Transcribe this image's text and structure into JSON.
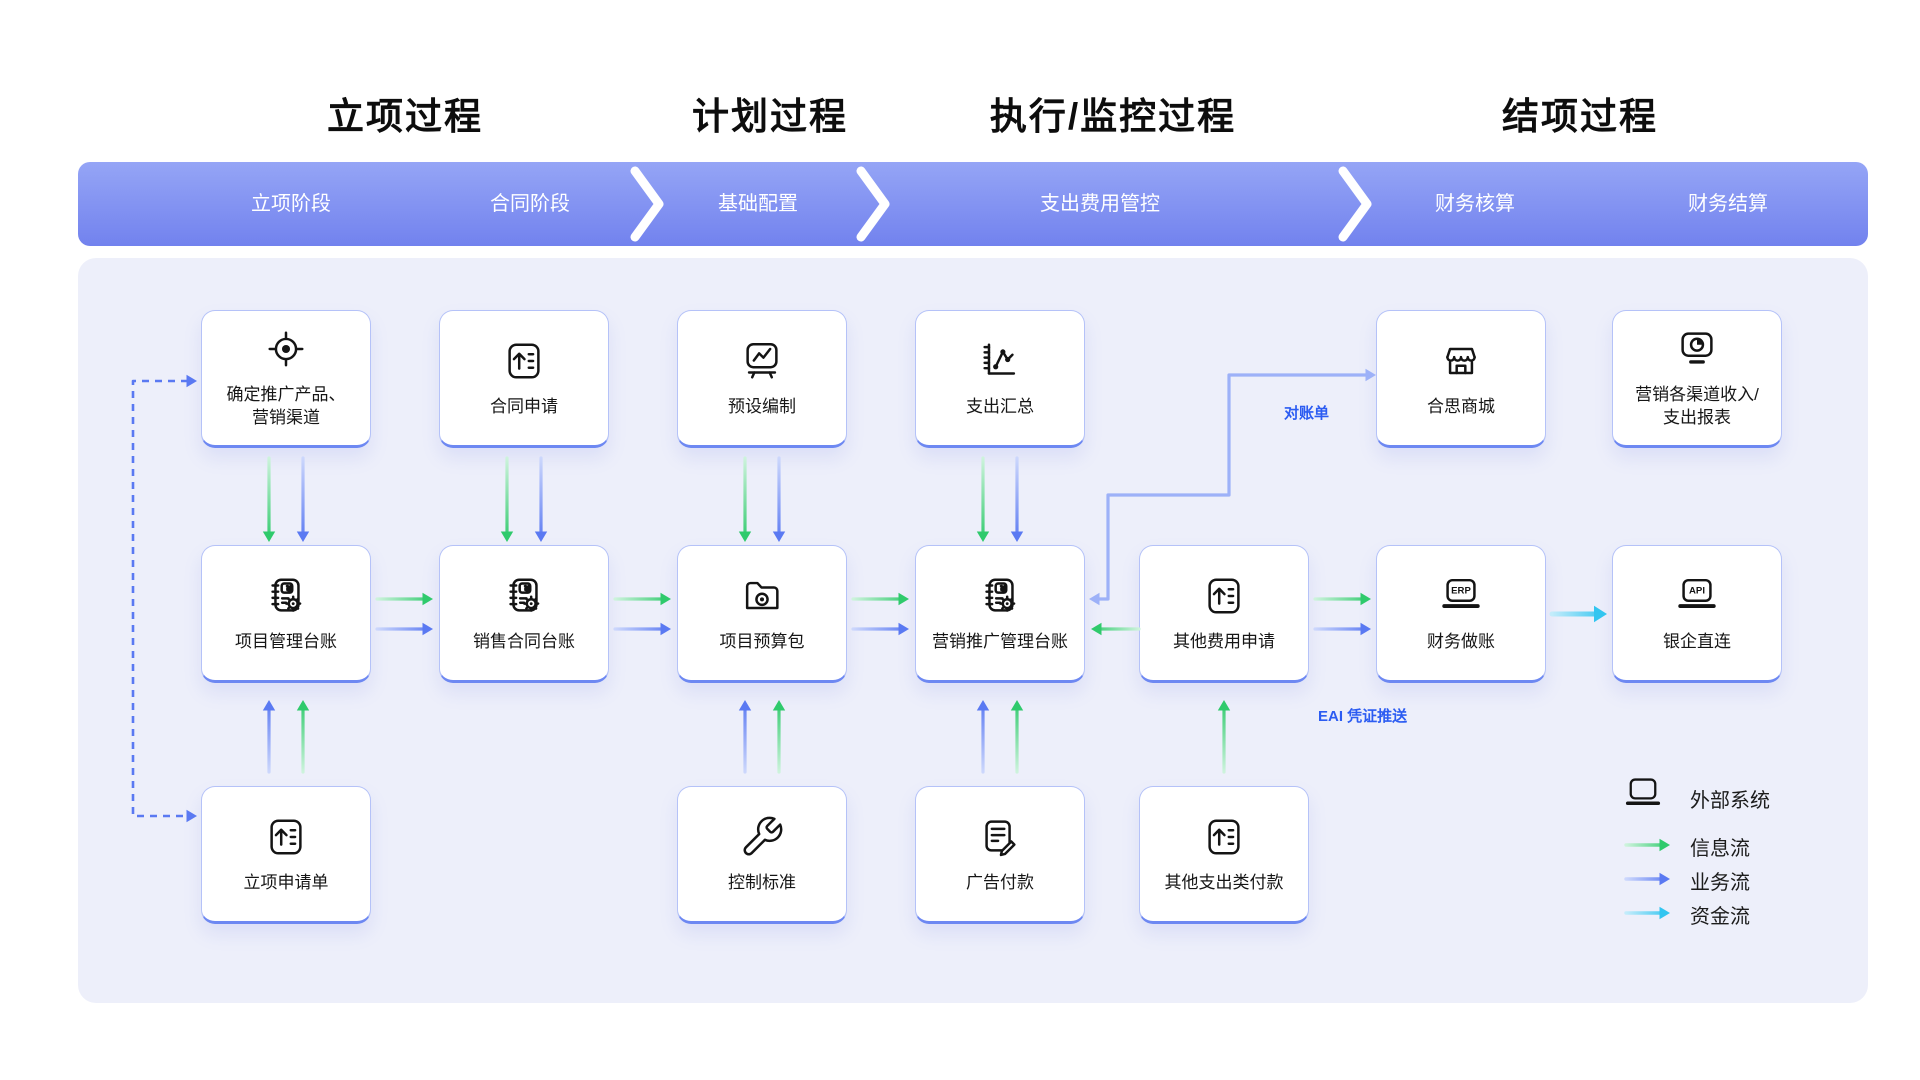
{
  "titles": [
    "立项过程",
    "计划过程",
    "执行/监控过程",
    "结项过程"
  ],
  "stages": [
    "立项阶段",
    "合同阶段",
    "基础配置",
    "支出费用管控",
    "财务核算",
    "财务结算"
  ],
  "nodes": {
    "targeting": "确定推广产品、\n营销渠道",
    "contract_apply": "合同申请",
    "budget_prep": "预设编制",
    "expense_summary": "支出汇总",
    "hesi_mall": "合思商城",
    "channel_report": "营销各渠道收入/\n支出报表",
    "project_ledger": "项目管理台账",
    "sales_contract_ledger": "销售合同台账",
    "project_budget_pkg": "项目预算包",
    "marketing_ledger": "营销推广管理台账",
    "other_expense_apply": "其他费用申请",
    "finance_bookkeeping": "财务做账",
    "bank_direct": "银企直连",
    "project_apply_form": "立项申请单",
    "control_standard": "控制标准",
    "ad_payment": "广告付款",
    "other_payment": "其他支出类付款"
  },
  "badges": {
    "erp": "ERP",
    "api": "API"
  },
  "edge_labels": {
    "reconciliation": "对账单",
    "eai": "EAI 凭证推送"
  },
  "legend": {
    "external_system": "外部系统",
    "info_flow": "信息流",
    "business_flow": "业务流",
    "fund_flow": "资金流"
  },
  "colors": {
    "green": "#2fca6c",
    "green_light": "#cdf3dc",
    "blue": "#5a79f2",
    "blue_light": "#ccd7fc",
    "cyan": "#32c5f0",
    "cyan_light": "#c3ecfb",
    "link": "#9db1f8",
    "label_blue": "#2c5cf2",
    "banner_top": "#95a5f6",
    "banner_bottom": "#7282ee"
  }
}
